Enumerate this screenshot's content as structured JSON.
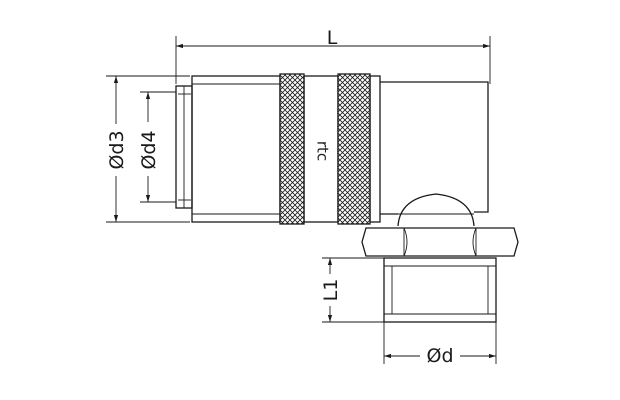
{
  "dimensions": {
    "L": "L",
    "L1": "L1",
    "d": "Ød",
    "d3": "Ød3",
    "d4": "Ød4"
  },
  "logo": {
    "text": "rtc"
  },
  "colors": {
    "line": "#1a1a1a",
    "background": "#ffffff"
  }
}
